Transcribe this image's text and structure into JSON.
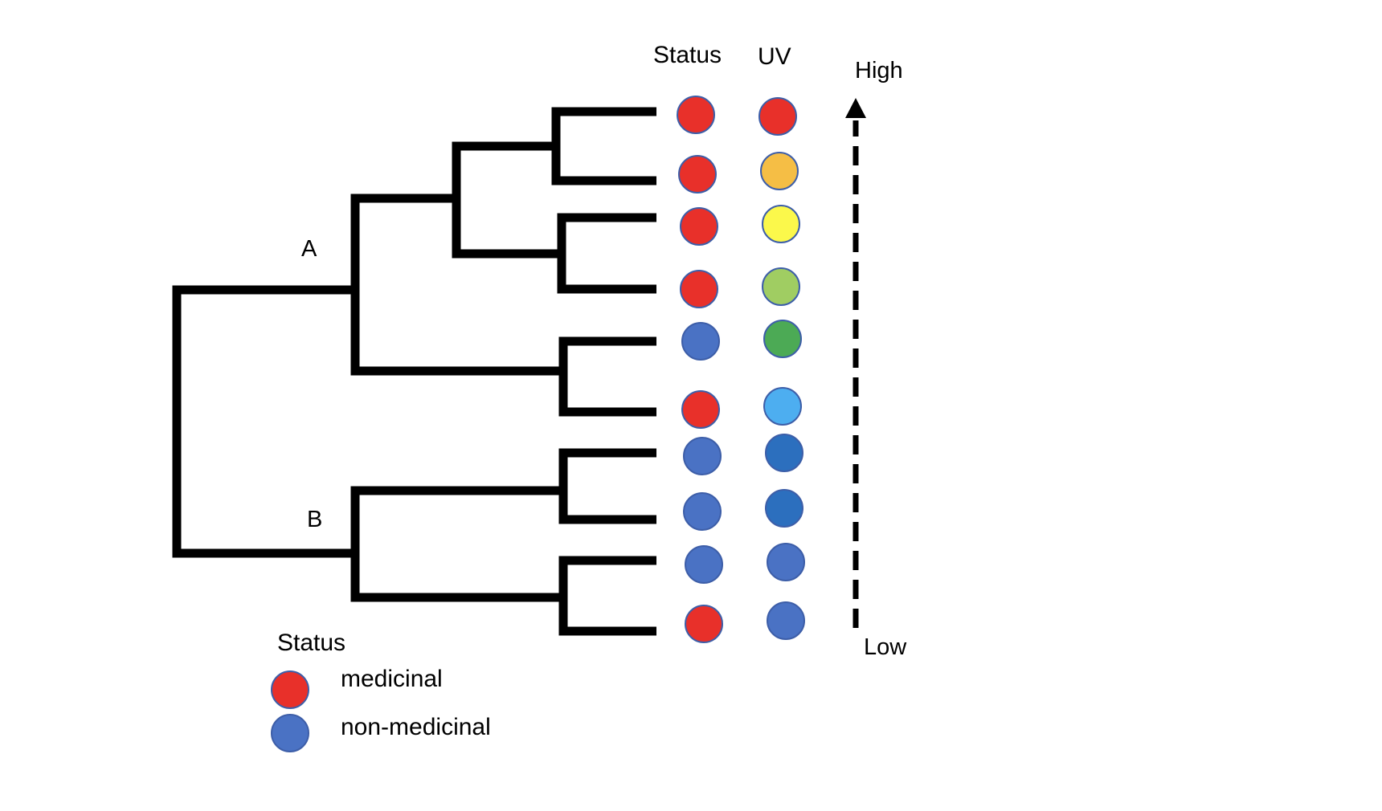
{
  "column_headers": {
    "status": "Status",
    "uv": "UV"
  },
  "clades": {
    "a": "A",
    "b": "B"
  },
  "uv_axis": {
    "high": "High",
    "low": "Low"
  },
  "legend": {
    "title": "Status",
    "items": [
      {
        "label": "medicinal",
        "color": "#e8302a"
      },
      {
        "label": "non-medicinal",
        "color": "#4a72c4"
      }
    ]
  },
  "colors": {
    "medicinal": "#e8302a",
    "non_medicinal": "#4a72c4",
    "circle_outline": "#3d5ea8",
    "tree_line": "#000000"
  },
  "tips": [
    {
      "status": "medicinal",
      "uv_color": "#e8302a"
    },
    {
      "status": "medicinal",
      "uv_color": "#f5be45"
    },
    {
      "status": "medicinal",
      "uv_color": "#fbf84b"
    },
    {
      "status": "medicinal",
      "uv_color": "#a0cd62"
    },
    {
      "status": "non_medicinal",
      "uv_color": "#4caa55"
    },
    {
      "status": "medicinal",
      "uv_color": "#4daef0"
    },
    {
      "status": "non_medicinal",
      "uv_color": "#2c6fbe"
    },
    {
      "status": "non_medicinal",
      "uv_color": "#2c6fbe"
    },
    {
      "status": "non_medicinal",
      "uv_color": "#4a72c4"
    },
    {
      "status": "medicinal",
      "uv_color": "#4a72c4"
    }
  ]
}
